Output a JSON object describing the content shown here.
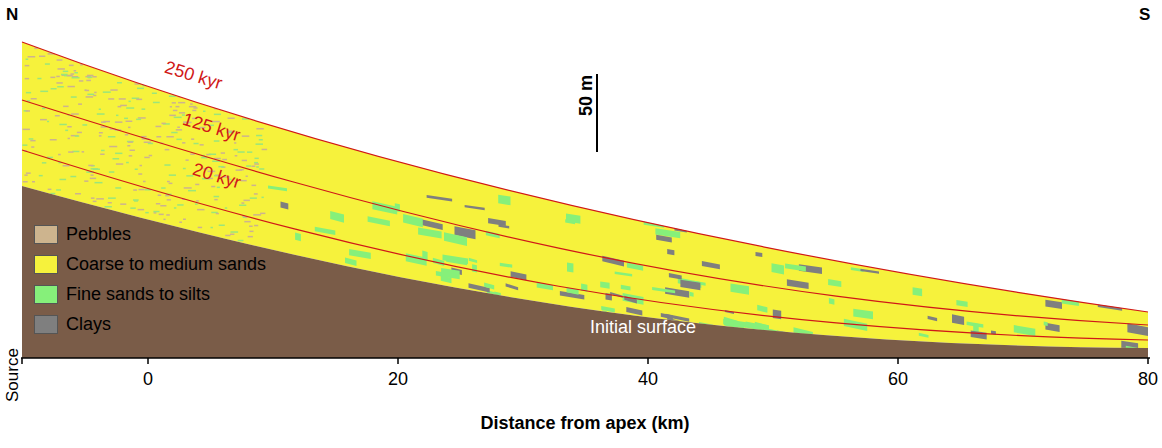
{
  "diagram": {
    "labels": [
      "N",
      "S",
      "250 kyr",
      "125 kyr",
      "20 kyr",
      "50 m",
      "Initial surface",
      "Source",
      "0",
      "20",
      "40",
      "60",
      "80",
      "Distance from apex (km)"
    ],
    "legend": [
      {
        "text": "Pebbles",
        "color": "#cdb48e"
      },
      {
        "text": "Coarse to medium sands",
        "color": "#f6f23c"
      },
      {
        "text": "Fine sands to silts",
        "color": "#86f07a"
      },
      {
        "text": "Clays",
        "color": "#7f7f7f"
      }
    ]
  }
}
